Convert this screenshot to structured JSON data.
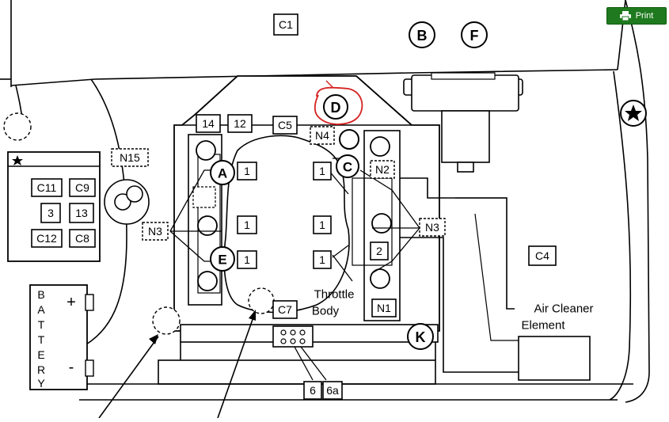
{
  "print_button": {
    "label": "Print",
    "icon": "printer-icon"
  },
  "labels": {
    "c1": "C1",
    "b": "B",
    "f": "F",
    "d": "D",
    "n4": "N4",
    "c": "C",
    "n2": "N2",
    "n3_right": "N3",
    "n3_left": "N3",
    "n1": "N1",
    "k": "K",
    "a": "A",
    "e": "E",
    "c5": "C5",
    "c7": "C7",
    "c4": "C4",
    "c11": "C11",
    "c9": "C9",
    "c12": "C12",
    "c8": "C8",
    "n15": "N15",
    "fuse_3": "3",
    "fuse_13": "13",
    "num_14": "14",
    "num_12": "12",
    "num_2": "2",
    "num_6": "6",
    "num_6a": "6a",
    "one": "1",
    "throttle_line1": "Throttle",
    "throttle_line2": "Body",
    "air_line1": "Air Cleaner",
    "air_line2": "Element",
    "battery_letters": [
      "B",
      "A",
      "T",
      "T",
      "E",
      "R",
      "Y"
    ],
    "battery_plus": "+",
    "battery_minus": "-"
  },
  "colors": {
    "ink": "#000000",
    "highlight": "#d62020",
    "print_bg": "#1f7a1f",
    "dashed_fill": "#ffffff"
  },
  "icons": {
    "star": "star-icon",
    "printer": "printer-icon"
  }
}
